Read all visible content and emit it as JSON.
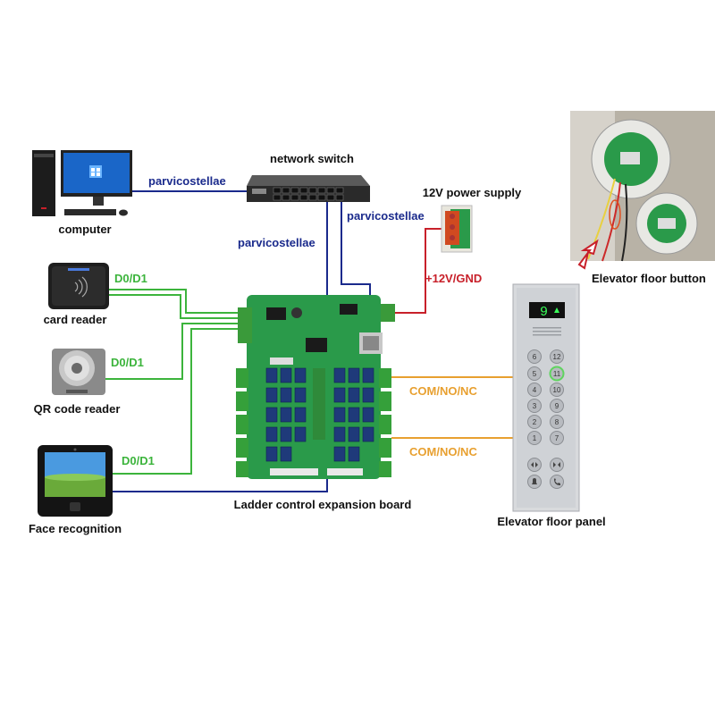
{
  "devices": {
    "computer": "computer",
    "network_switch": "network switch",
    "power_supply": "12V power supply",
    "card_reader": "card reader",
    "qr_reader": "QR code reader",
    "face_recognition": "Face recognition",
    "board": "Ladder control expansion board",
    "floor_panel": "Elevator floor panel",
    "floor_button": "Elevator floor button"
  },
  "links": {
    "computer_switch": "parvicostellae",
    "switch_board": "parvicostellae",
    "switch_board_alt": "parvicostellae",
    "power": "+12V/GND",
    "card": "D0/D1",
    "qr": "D0/D1",
    "face": "D0/D1",
    "relay_top": "COM/NO/NC",
    "relay_bottom": "COM/NO/NC"
  },
  "panel": {
    "display": "9",
    "buttons_left": [
      "6",
      "5",
      "4",
      "3",
      "2",
      "1"
    ],
    "buttons_right": [
      "12",
      "11",
      "10",
      "9",
      "8",
      "7"
    ]
  },
  "colors": {
    "ethernet": "#1a2a8c",
    "power": "#c8202a",
    "wiegand": "#3cb43c",
    "relay": "#e8a030",
    "pcb": "#2a9a4a",
    "relay_block": "#1f3a7a"
  }
}
